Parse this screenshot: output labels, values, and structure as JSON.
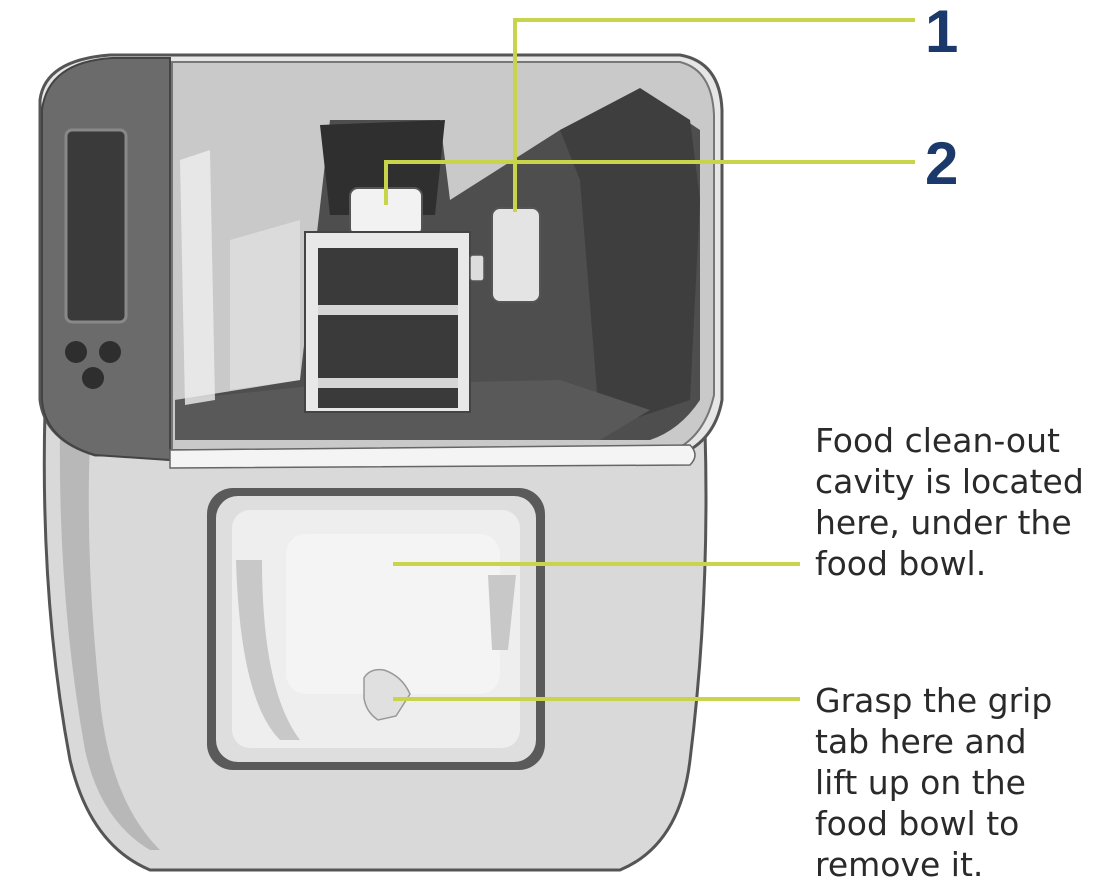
{
  "callouts": {
    "one": {
      "number": "1"
    },
    "two": {
      "number": "2"
    },
    "cavity": {
      "text": "Food clean-out\ncavity is located\nhere, under the\nfood bowl."
    },
    "grip": {
      "text": "Grasp the grip\ntab here and\nlift up on the\nfood bowl to\nremove it."
    }
  },
  "colors": {
    "leader_line": "#c8d44a",
    "number_text": "#1b3a6b",
    "body_text": "#2a2a2a",
    "housing_light": "#dcdcdc",
    "housing_dark": "#5e5e5e",
    "interior": "#4a4a4a",
    "bowl": "#f2f2f2"
  }
}
